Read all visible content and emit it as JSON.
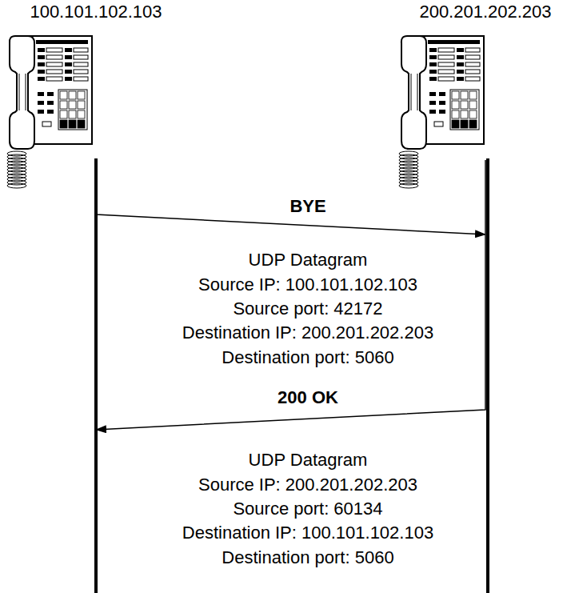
{
  "diagram": {
    "nodes": [
      {
        "text": [
          "100.101.102.103"
        ]
      },
      {
        "text": [
          "200.201.202.203"
        ]
      }
    ],
    "edges": [
      {
        "from": 0,
        "to": 1,
        "arrow": "to",
        "label": "BYE"
      },
      {
        "from": 1,
        "to": 0,
        "arrow": "to",
        "label": "200 OK"
      }
    ],
    "labels": [
      "UDP Datagram",
      "Source IP: 100.101.102.103",
      "Source port: 42172",
      "Destination IP: 200.201.202.203",
      "Destination port: 5060",
      "UDP Datagram",
      "Source IP: 200.201.202.203",
      "Source port: 60134",
      "Destination IP: 100.101.102.103",
      "Destination port: 5060"
    ]
  }
}
